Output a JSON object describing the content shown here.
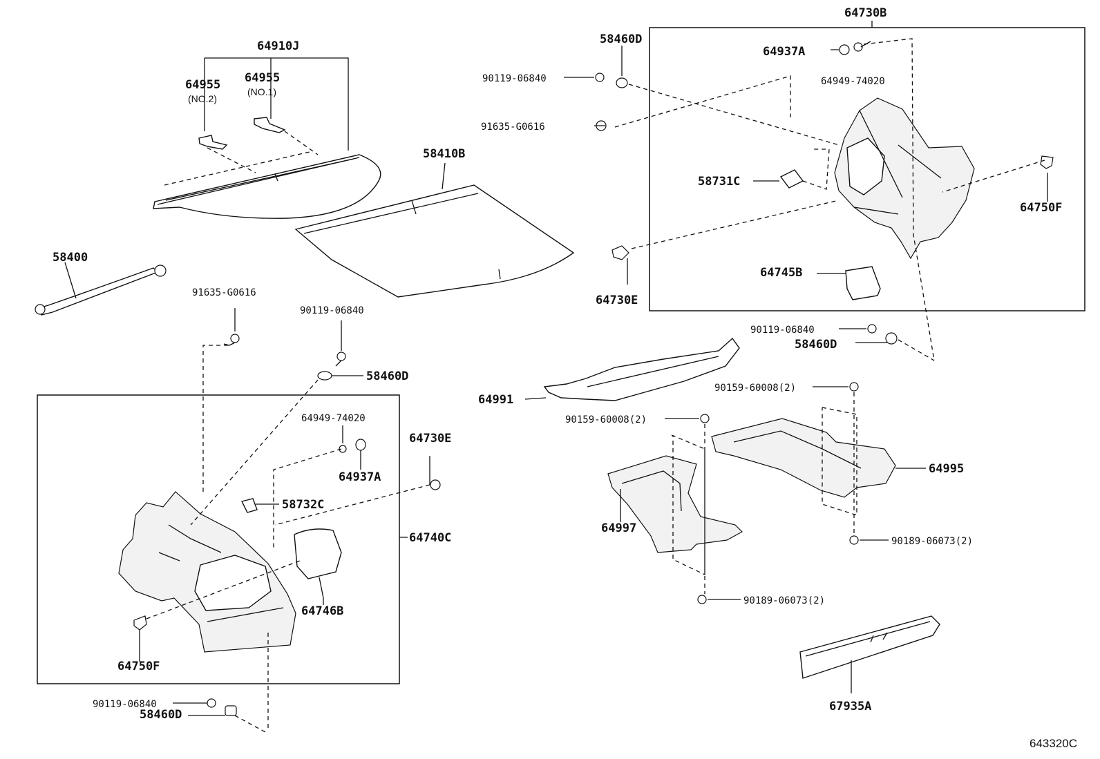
{
  "diagram_code": "643320C",
  "labels": {
    "p64910J": "64910J",
    "p64955_no2": "64955",
    "p64955_no2_note": "(NO.2)",
    "p64955_no1": "64955",
    "p64955_no1_note": "(NO.1)",
    "p58410B": "58410B",
    "p58400": "58400",
    "p91635_left": "91635-G0616",
    "p90119_left": "90119-06840",
    "p58460D_left": "58460D",
    "p64949_left": "64949-74020",
    "p64937A_left": "64937A",
    "p64730E_left": "64730E",
    "p58732C": "58732C",
    "p64740C": "64740C",
    "p64746B": "64746B",
    "p64750F_left": "64750F",
    "p90119_bottom": "90119-06840",
    "p58460D_bottom": "58460D",
    "p64730B": "64730B",
    "p58460D_top": "58460D",
    "p90119_top": "90119-06840",
    "p91635_top": "91635-G0616",
    "p64937A_right": "64937A",
    "p64949_right": "64949-74020",
    "p58731C": "58731C",
    "p64750F_right": "64750F",
    "p64745B": "64745B",
    "p64730E_right": "64730E",
    "p90119_mid": "90119-06840",
    "p58460D_mid": "58460D",
    "p64991": "64991",
    "p90159_a": "90159-60008(2)",
    "p90159_b": "90159-60008(2)",
    "p64995": "64995",
    "p64997": "64997",
    "p90189_a": "90189-06073(2)",
    "p90189_b": "90189-06073(2)",
    "p67935A": "67935A"
  }
}
